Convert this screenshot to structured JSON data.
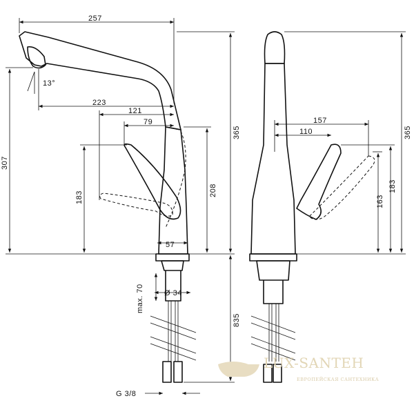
{
  "dimensions": {
    "overall_reach": "257",
    "spout_swivel_angle": "13°",
    "spout_offset_223": "223",
    "spout_offset_121": "121",
    "lever_offset_79": "79",
    "height_365_front": "365",
    "height_307": "307",
    "height_183_front": "183",
    "height_208": "208",
    "base_width_57": "57",
    "hole_diameter": "Ø 34",
    "max_thickness": "max. 70",
    "hose_length_835": "835",
    "thread": "G 3/8",
    "side_157": "157",
    "side_110": "110",
    "height_365_side": "365",
    "height_163": "163",
    "height_183_side": "183"
  },
  "watermark": {
    "brand": "LUX-SANTEH",
    "tagline": "ЕВРОПЕЙСКАЯ САНТЕХНИКА"
  }
}
